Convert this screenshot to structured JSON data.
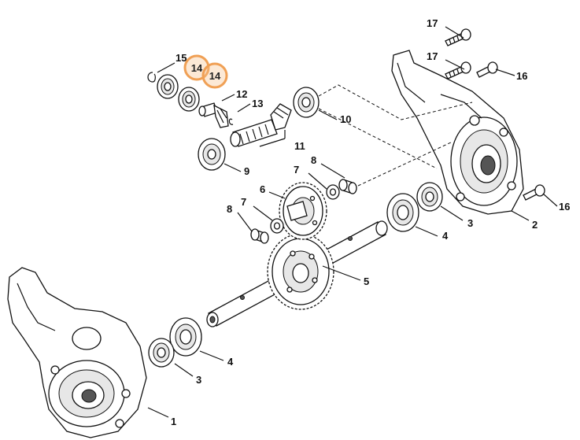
{
  "diagram": {
    "highlight_color": "#f0a055",
    "callouts": [
      {
        "id": "c1",
        "label": "1"
      },
      {
        "id": "c2",
        "label": "2"
      },
      {
        "id": "c3a",
        "label": "3"
      },
      {
        "id": "c3b",
        "label": "3"
      },
      {
        "id": "c4a",
        "label": "4"
      },
      {
        "id": "c4b",
        "label": "4"
      },
      {
        "id": "c5",
        "label": "5"
      },
      {
        "id": "c6",
        "label": "6"
      },
      {
        "id": "c7a",
        "label": "7"
      },
      {
        "id": "c7b",
        "label": "7"
      },
      {
        "id": "c8a",
        "label": "8"
      },
      {
        "id": "c8b",
        "label": "8"
      },
      {
        "id": "c9",
        "label": "9"
      },
      {
        "id": "c10",
        "label": "10"
      },
      {
        "id": "c11",
        "label": "11"
      },
      {
        "id": "c12",
        "label": "12"
      },
      {
        "id": "c13",
        "label": "13"
      },
      {
        "id": "c15",
        "label": "15"
      },
      {
        "id": "c16a",
        "label": "16"
      },
      {
        "id": "c16b",
        "label": "16"
      },
      {
        "id": "c17a",
        "label": "17"
      },
      {
        "id": "c17b",
        "label": "17"
      }
    ],
    "highlighted": [
      {
        "id": "h14a",
        "label": "14"
      },
      {
        "id": "h14b",
        "label": "14"
      }
    ]
  }
}
